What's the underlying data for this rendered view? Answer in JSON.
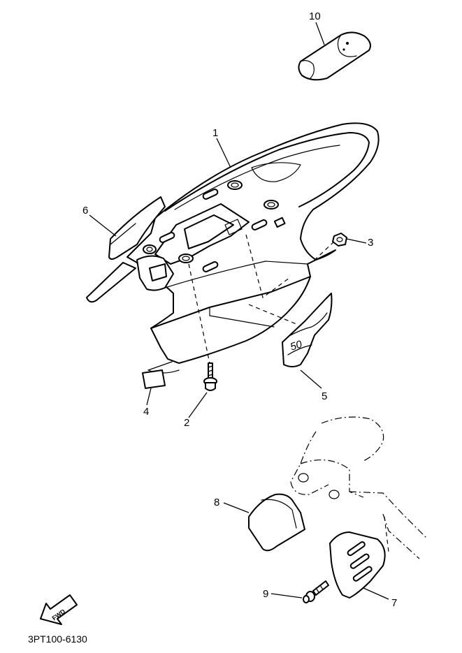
{
  "diagram": {
    "callouts": [
      {
        "id": "1",
        "label": "1"
      },
      {
        "id": "2",
        "label": "2"
      },
      {
        "id": "3",
        "label": "3"
      },
      {
        "id": "4",
        "label": "4"
      },
      {
        "id": "5",
        "label": "5"
      },
      {
        "id": "6",
        "label": "6"
      },
      {
        "id": "7",
        "label": "7"
      },
      {
        "id": "8",
        "label": "8"
      },
      {
        "id": "9",
        "label": "9"
      },
      {
        "id": "10",
        "label": "10"
      }
    ],
    "decal_text": "50",
    "fwd_label": "FWD",
    "part_code": "3PT100-6130"
  }
}
